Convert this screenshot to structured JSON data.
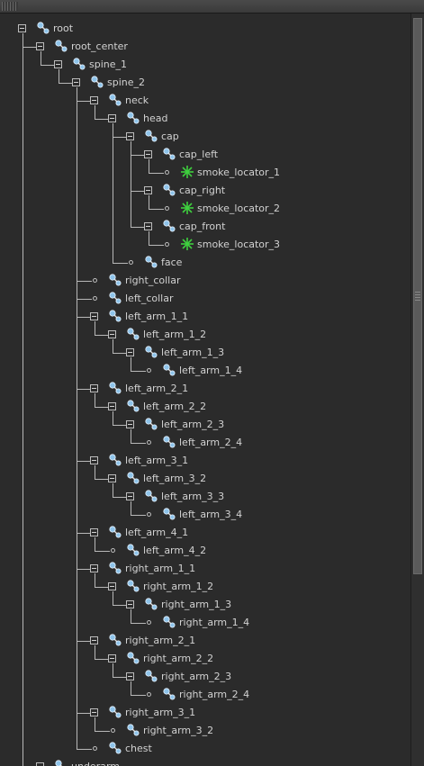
{
  "outliner": {
    "nodes": [
      {
        "label": "root",
        "depth": 0,
        "kind": "collapse",
        "icon": "joint"
      },
      {
        "label": "root_center",
        "depth": 1,
        "kind": "collapse",
        "icon": "joint"
      },
      {
        "label": "spine_1",
        "depth": 2,
        "kind": "collapse",
        "icon": "joint"
      },
      {
        "label": "spine_2",
        "depth": 3,
        "kind": "collapse",
        "icon": "joint"
      },
      {
        "label": "neck",
        "depth": 4,
        "kind": "collapse",
        "icon": "joint"
      },
      {
        "label": "head",
        "depth": 5,
        "kind": "collapse",
        "icon": "joint"
      },
      {
        "label": "cap",
        "depth": 6,
        "kind": "collapse",
        "icon": "joint"
      },
      {
        "label": "cap_left",
        "depth": 7,
        "kind": "collapse",
        "icon": "joint"
      },
      {
        "label": "smoke_locator_1",
        "depth": 8,
        "kind": "leaf",
        "icon": "locator"
      },
      {
        "label": "cap_right",
        "depth": 7,
        "kind": "collapse",
        "icon": "joint"
      },
      {
        "label": "smoke_locator_2",
        "depth": 8,
        "kind": "leaf",
        "icon": "locator"
      },
      {
        "label": "cap_front",
        "depth": 7,
        "kind": "collapse",
        "icon": "joint"
      },
      {
        "label": "smoke_locator_3",
        "depth": 8,
        "kind": "leaf",
        "icon": "locator"
      },
      {
        "label": "face",
        "depth": 6,
        "kind": "leaf",
        "icon": "joint"
      },
      {
        "label": "right_collar",
        "depth": 4,
        "kind": "leaf",
        "icon": "joint"
      },
      {
        "label": "left_collar",
        "depth": 4,
        "kind": "leaf",
        "icon": "joint"
      },
      {
        "label": "left_arm_1_1",
        "depth": 4,
        "kind": "collapse",
        "icon": "joint"
      },
      {
        "label": "left_arm_1_2",
        "depth": 5,
        "kind": "collapse",
        "icon": "joint"
      },
      {
        "label": "left_arm_1_3",
        "depth": 6,
        "kind": "collapse",
        "icon": "joint"
      },
      {
        "label": "left_arm_1_4",
        "depth": 7,
        "kind": "leaf",
        "icon": "joint"
      },
      {
        "label": "left_arm_2_1",
        "depth": 4,
        "kind": "collapse",
        "icon": "joint"
      },
      {
        "label": "left_arm_2_2",
        "depth": 5,
        "kind": "collapse",
        "icon": "joint"
      },
      {
        "label": "left_arm_2_3",
        "depth": 6,
        "kind": "collapse",
        "icon": "joint"
      },
      {
        "label": "left_arm_2_4",
        "depth": 7,
        "kind": "leaf",
        "icon": "joint"
      },
      {
        "label": "left_arm_3_1",
        "depth": 4,
        "kind": "collapse",
        "icon": "joint"
      },
      {
        "label": "left_arm_3_2",
        "depth": 5,
        "kind": "collapse",
        "icon": "joint"
      },
      {
        "label": "left_arm_3_3",
        "depth": 6,
        "kind": "collapse",
        "icon": "joint"
      },
      {
        "label": "left_arm_3_4",
        "depth": 7,
        "kind": "leaf",
        "icon": "joint"
      },
      {
        "label": "left_arm_4_1",
        "depth": 4,
        "kind": "collapse",
        "icon": "joint"
      },
      {
        "label": "left_arm_4_2",
        "depth": 5,
        "kind": "leaf",
        "icon": "joint"
      },
      {
        "label": "right_arm_1_1",
        "depth": 4,
        "kind": "collapse",
        "icon": "joint"
      },
      {
        "label": "right_arm_1_2",
        "depth": 5,
        "kind": "collapse",
        "icon": "joint"
      },
      {
        "label": "right_arm_1_3",
        "depth": 6,
        "kind": "collapse",
        "icon": "joint"
      },
      {
        "label": "right_arm_1_4",
        "depth": 7,
        "kind": "leaf",
        "icon": "joint"
      },
      {
        "label": "right_arm_2_1",
        "depth": 4,
        "kind": "collapse",
        "icon": "joint"
      },
      {
        "label": "right_arm_2_2",
        "depth": 5,
        "kind": "collapse",
        "icon": "joint"
      },
      {
        "label": "right_arm_2_3",
        "depth": 6,
        "kind": "collapse",
        "icon": "joint"
      },
      {
        "label": "right_arm_2_4",
        "depth": 7,
        "kind": "leaf",
        "icon": "joint"
      },
      {
        "label": "right_arm_3_1",
        "depth": 4,
        "kind": "collapse",
        "icon": "joint"
      },
      {
        "label": "right_arm_3_2",
        "depth": 5,
        "kind": "leaf",
        "icon": "joint"
      },
      {
        "label": "chest",
        "depth": 4,
        "kind": "leaf",
        "icon": "joint"
      },
      {
        "label": "underarm",
        "depth": 1,
        "kind": "collapse",
        "icon": "joint"
      }
    ]
  },
  "colors": {
    "background": "#2b2b2b",
    "text": "#d2d2d2",
    "tree_line": "#b8b8b8",
    "joint_icon": "#8fc4ea",
    "locator_icon": "#3fcf3f"
  }
}
